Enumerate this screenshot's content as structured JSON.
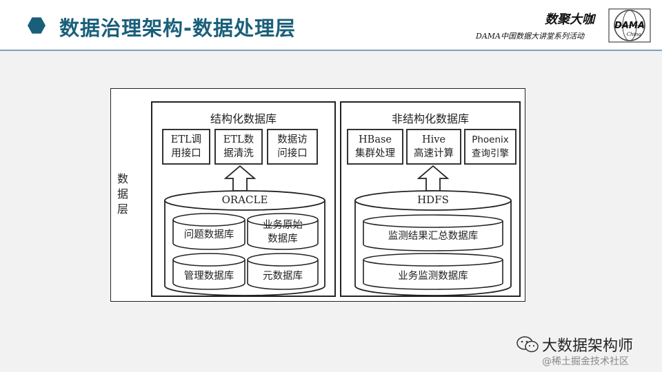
{
  "header": {
    "title": "数据治理架构-数据处理层",
    "brand": "数聚大咖",
    "subtitle": "DAMA中国数据大讲堂系列活动",
    "logo_text": "DAMA",
    "logo_subtext": "China"
  },
  "diagram": {
    "side_label": "数\n据\n层",
    "left_panel": {
      "title": "结构化数据库",
      "boxes": [
        "ETL调\n用接口",
        "ETL数\n据清洗",
        "数据访\n问接口"
      ],
      "cylinder_label": "ORACLE",
      "databases": [
        "问题数据库",
        "业务原始\n数据库",
        "管理数据库",
        "元数据库"
      ]
    },
    "right_panel": {
      "title": "非结构化数据库",
      "boxes": [
        "HBase\n集群处理",
        "Hive\n高速计算",
        "Phoenix\n查询引擎"
      ],
      "cylinder_label": "HDFS",
      "databases": [
        "监测结果汇总数据库",
        "业务监测数据库"
      ]
    }
  },
  "watermark": {
    "line1": "大数据架构师",
    "line2": "@稀土掘金技术社区"
  },
  "colors": {
    "accent": "#1a5f7a",
    "header_line": "#7aa3b8",
    "background": "#f2f2f2"
  }
}
